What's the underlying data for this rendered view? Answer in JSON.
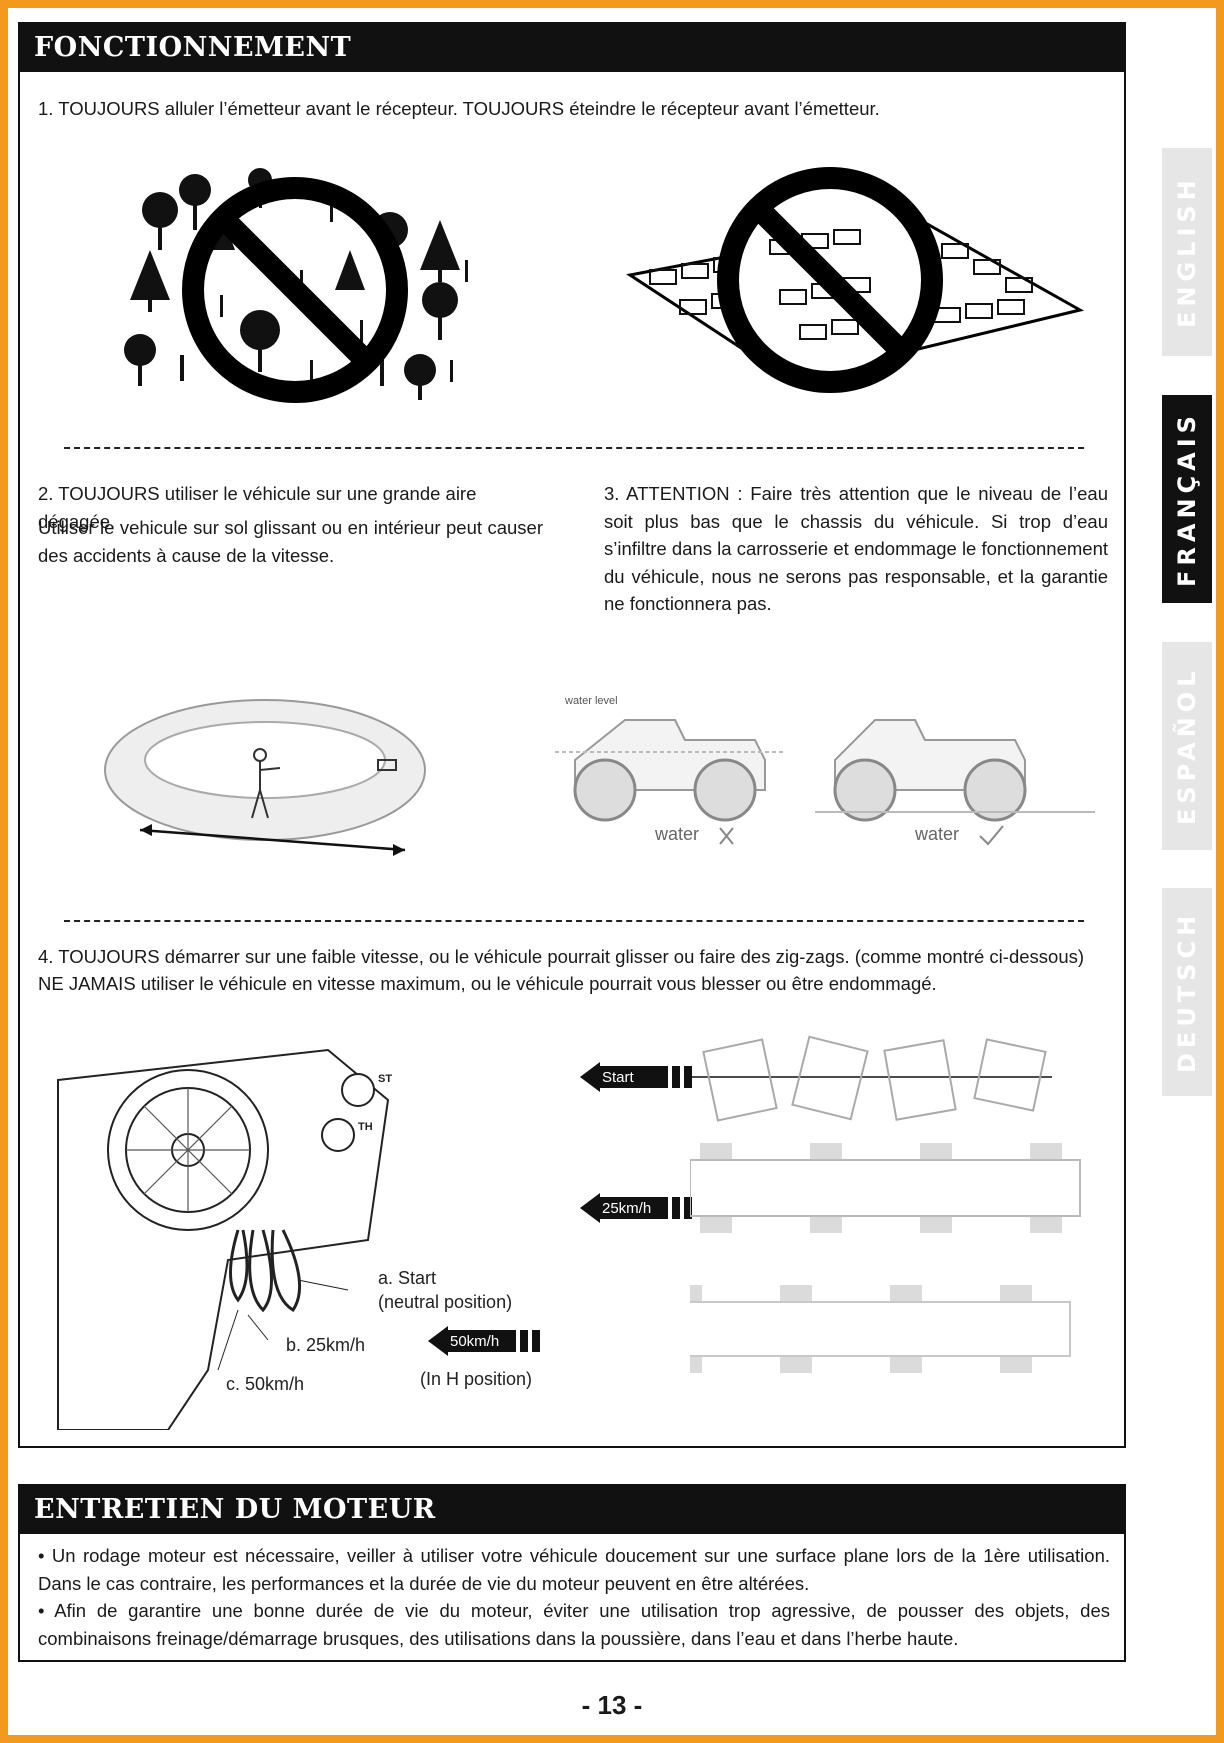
{
  "section1": {
    "title": "FONCTIONNEMENT",
    "item1": "1. TOUJOURS alluler l’émetteur avant le récepteur. TOUJOURS éteindre le récepteur avant l’émetteur.",
    "item2_title": "2. TOUJOURS utiliser le véhicule sur une grande aire dégagée.",
    "item2_body": "Utiliser le vehicule sur sol glissant ou en intérieur peut causer des accidents à cause de la vitesse.",
    "item3": "3. ATTENTION : Faire très attention que le niveau de l’eau soit plus bas que le chassis du véhicule. Si trop d’eau s’infiltre dans la carrosserie et endommage le fonctionnement du véhicule, nous ne serons pas responsable, et la garantie ne fonctionnera pas.",
    "item4_line1": "4. TOUJOURS démarrer sur une faible vitesse, ou le véhicule pourrait glisser ou faire des zig-zags. (comme montré ci-dessous)",
    "item4_line2": "NE JAMAIS utiliser le véhicule en vitesse maximum, ou le véhicule pourrait vous blesser ou être endommagé."
  },
  "illustrations": {
    "water_level": "water level",
    "water_bad": "water",
    "water_good": "water",
    "knob_st": "ST",
    "knob_th": "TH",
    "speed_start": "Start",
    "speed_25": "25km/h",
    "speed_50": "50km/h",
    "label_a": "a. Start",
    "label_a2": "(neutral position)",
    "label_b": "b. 25km/h",
    "label_c": "c. 50km/h",
    "label_h": "(In H position)"
  },
  "section2": {
    "title": "ENTRETIEN DU MOTEUR",
    "bullet1": "• Un rodage moteur est nécessaire, veiller à utiliser votre véhicule doucement sur une surface plane lors de la 1ère utilisation. Dans le cas contraire, les performances et la durée de vie du moteur peuvent en être altérées.",
    "bullet2": "• Afin de garantire une bonne durée de vie du moteur, éviter une utilisation trop agressive, de pousser des objets, des combinaisons freinage/démarrage brusques, des utilisations dans la poussière, dans l’eau et dans l’herbe haute."
  },
  "tabs": [
    "ENGLISH",
    "FRANÇAIS",
    "ESPAÑOL",
    "DEUTSCH"
  ],
  "page_number": "- 13 -",
  "colors": {
    "frame": "#f39a1e",
    "header": "#111111",
    "tab_inactive": "#e6e6e6"
  }
}
